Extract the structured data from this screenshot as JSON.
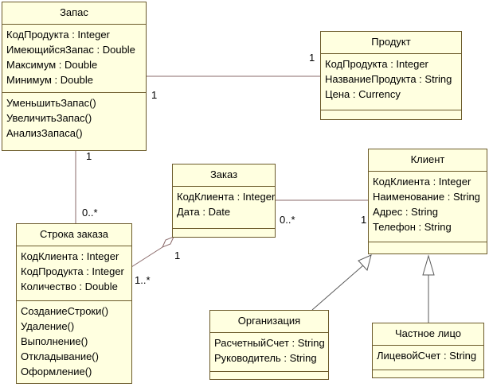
{
  "classes": {
    "zapas": {
      "name": "Запас",
      "attributes": [
        "КодПродукта : Integer",
        "ИмеющийсяЗапас : Double",
        "Максимум : Double",
        "Минимум : Double"
      ],
      "operations": [
        "УменьшитьЗапас()",
        "УвеличитьЗапас()",
        "АнализЗапаса()"
      ]
    },
    "produkt": {
      "name": "Продукт",
      "attributes": [
        "КодПродукта : Integer",
        "НазваниеПродукта : String",
        "Цена : Currency"
      ]
    },
    "zakaz": {
      "name": "Заказ",
      "attributes": [
        "КодКлиента : Integer",
        "Дата : Date"
      ]
    },
    "klient": {
      "name": "Клиент",
      "attributes": [
        "КодКлиента : Integer",
        "Наименование : String",
        "Адрес : String",
        "Телефон : String"
      ]
    },
    "stroka": {
      "name": "Строка заказа",
      "attributes": [
        "КодКлиента : Integer",
        "КодПродукта : Integer",
        "Количество : Double"
      ],
      "operations": [
        "СозданиеСтроки()",
        "Удаление()",
        "Выполнение()",
        "Откладывание()",
        "Оформление()"
      ]
    },
    "organizaciya": {
      "name": "Организация",
      "attributes": [
        "РасчетныйСчет : String",
        "Руководитель : String"
      ]
    },
    "chastnoe": {
      "name": "Частное лицо",
      "attributes": [
        "ЛицевойСчет : String"
      ]
    }
  },
  "multiplicities": {
    "produkt_side": "1",
    "zapas_to_produkt": "1",
    "zapas_to_stroka": "1",
    "stroka_from_zapas": "0..*",
    "zakaz_to_klient": "0..*",
    "klient_from_zakaz": "1",
    "zakaz_to_stroka": "1",
    "stroka_from_zakaz": "1..*"
  }
}
